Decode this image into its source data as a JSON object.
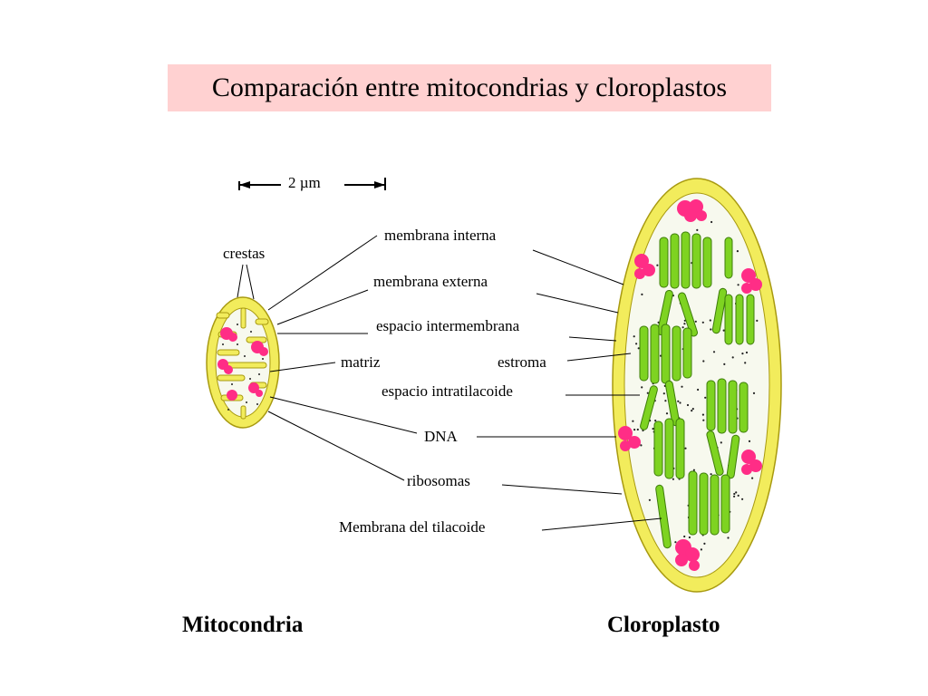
{
  "title": "Comparación entre mitocondrias y cloroplastos",
  "scale_bar": "2 µm",
  "labels": {
    "crestas": "crestas",
    "membrana_interna": "membrana interna",
    "membrana_externa": "membrana externa",
    "espacio_intermembrana": "espacio intermembrana",
    "matriz": "matriz",
    "estroma": "estroma",
    "espacio_intratilacoide": "espacio intratilacoide",
    "dna": "DNA",
    "ribosomas": "ribosomas",
    "membrana_tilacoide": "Membrana del tilacoide"
  },
  "captions": {
    "mitocondria": "Mitocondria",
    "cloroplasto": "Cloroplasto"
  },
  "colors": {
    "title_background": "#ffd1d1",
    "membrane": "#f2ec5c",
    "membrane_outline": "#a89a10",
    "thylakoid": "#7ed321",
    "dna": "#ff2d86",
    "interior": "#f7f9ee"
  }
}
